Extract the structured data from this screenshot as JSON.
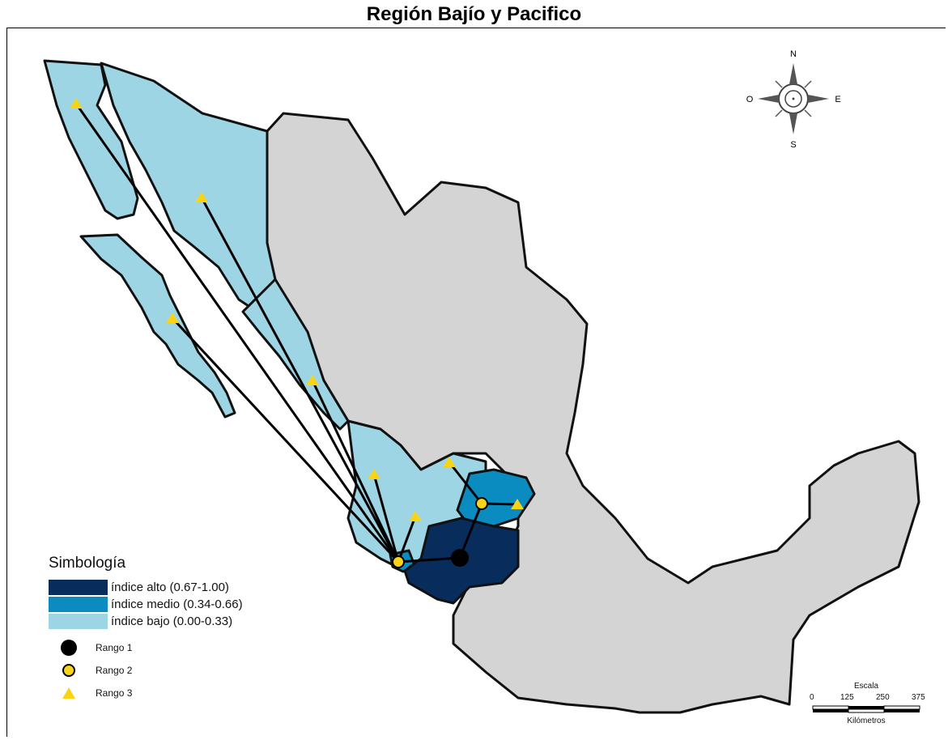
{
  "title": "Región Bajío y Pacifico",
  "compass": {
    "n": "N",
    "s": "S",
    "e": "E",
    "o": "O"
  },
  "legend": {
    "title": "Simbología",
    "classes": [
      {
        "label": "índice alto (0.67-1.00)",
        "color": "#082c5c"
      },
      {
        "label": "índice medio (0.34-0.66)",
        "color": "#0a8cc0"
      },
      {
        "label": "índice bajo (0.00-0.33)",
        "color": "#9dd5e4"
      }
    ],
    "symbols": [
      {
        "label": "Rango 1",
        "shape": "black-circle"
      },
      {
        "label": "Rango 2",
        "shape": "yellow-circle"
      },
      {
        "label": "Rango 3",
        "shape": "yellow-triangle"
      }
    ]
  },
  "scale": {
    "title": "Escala",
    "ticks": [
      "0",
      "125",
      "250",
      "375"
    ],
    "unit": "Kilómetros"
  },
  "colors": {
    "other": "#d4d4d4",
    "border": "#111111",
    "yellow": "#f9d416",
    "alto": "#082c5c",
    "medio": "#0a8cc0",
    "bajo": "#9dd5e4"
  }
}
